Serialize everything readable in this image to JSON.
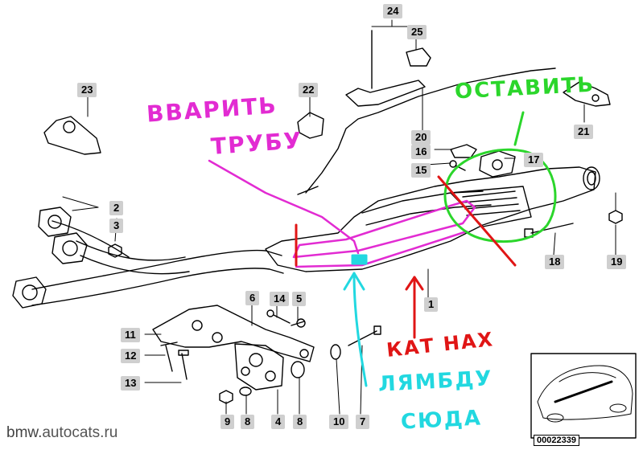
{
  "watermark": {
    "domain": "bmw.",
    "site": "autocats.ru"
  },
  "reference_number": "00022339",
  "callouts": {
    "c1": "1",
    "c2": "2",
    "c3": "3",
    "c4": "4",
    "c5": "5",
    "c6": "6",
    "c7": "7",
    "c8_upper": "8",
    "c8_lower": "8",
    "c9": "9",
    "c10": "10",
    "c11": "11",
    "c12": "12",
    "c13": "13",
    "c14": "14",
    "c15": "15",
    "c16": "16",
    "c17": "17",
    "c18": "18",
    "c19": "19",
    "c20": "20",
    "c21": "21",
    "c22": "22",
    "c23": "23",
    "c24": "24",
    "c25": "25"
  },
  "annotations": {
    "weld_line1": "ВВАРИТЬ",
    "weld_line2": "ТРУБУ",
    "keep": "ОСТАВИТЬ",
    "cat_here": "КАТ НАХ",
    "lambda_line1": "ЛЯМБДУ",
    "lambda_line2": "СЮДА"
  },
  "colors": {
    "magenta": "#e22bd2",
    "green": "#2bd62b",
    "red": "#e01515",
    "cyan": "#22d8e0",
    "callout_bg": "#cfcfcf"
  }
}
